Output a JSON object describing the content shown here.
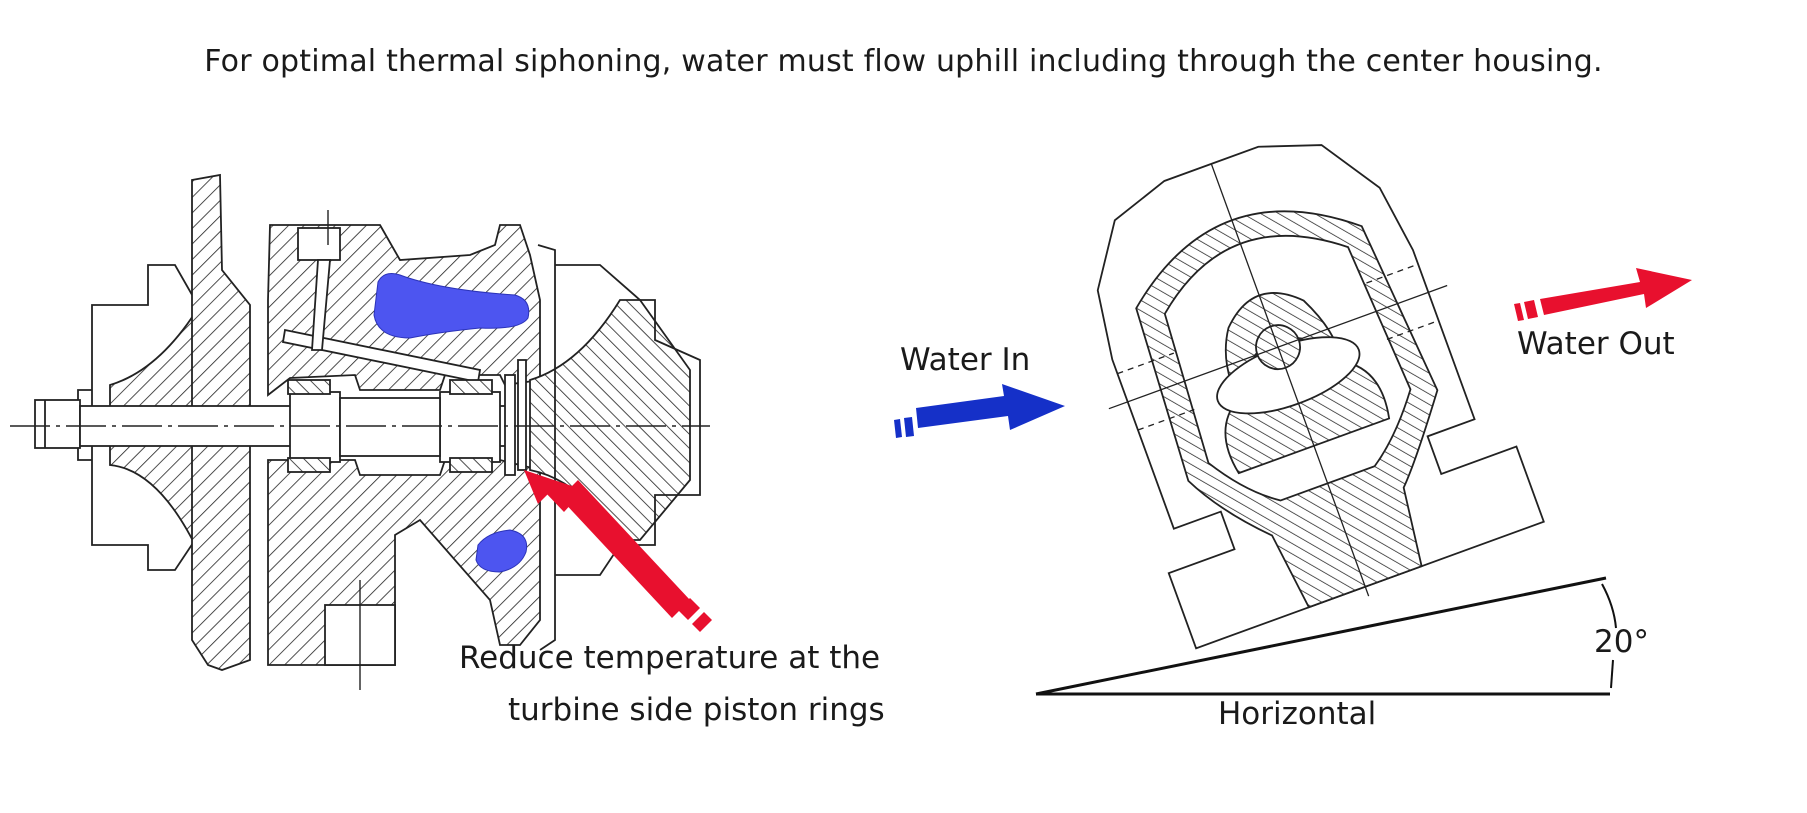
{
  "header": {
    "title": "For optimal thermal siphoning, water must flow uphill including through the center housing."
  },
  "left_diagram": {
    "name": "turbocharger cross-section",
    "callout": {
      "line1": "Reduce temperature at the",
      "line2": "turbine side piston rings"
    }
  },
  "right_diagram": {
    "name": "center housing end view tilted",
    "water_in_label": "Water In",
    "water_out_label": "Water Out",
    "horizontal_label": "Horizontal",
    "angle_label": "20°",
    "angle_degrees": 20
  },
  "colors": {
    "water_blue": "#4d55f0",
    "inlet_arrow_blue": "#1530c8",
    "hot_red": "#e8102e",
    "ink": "#1a1a1a"
  }
}
